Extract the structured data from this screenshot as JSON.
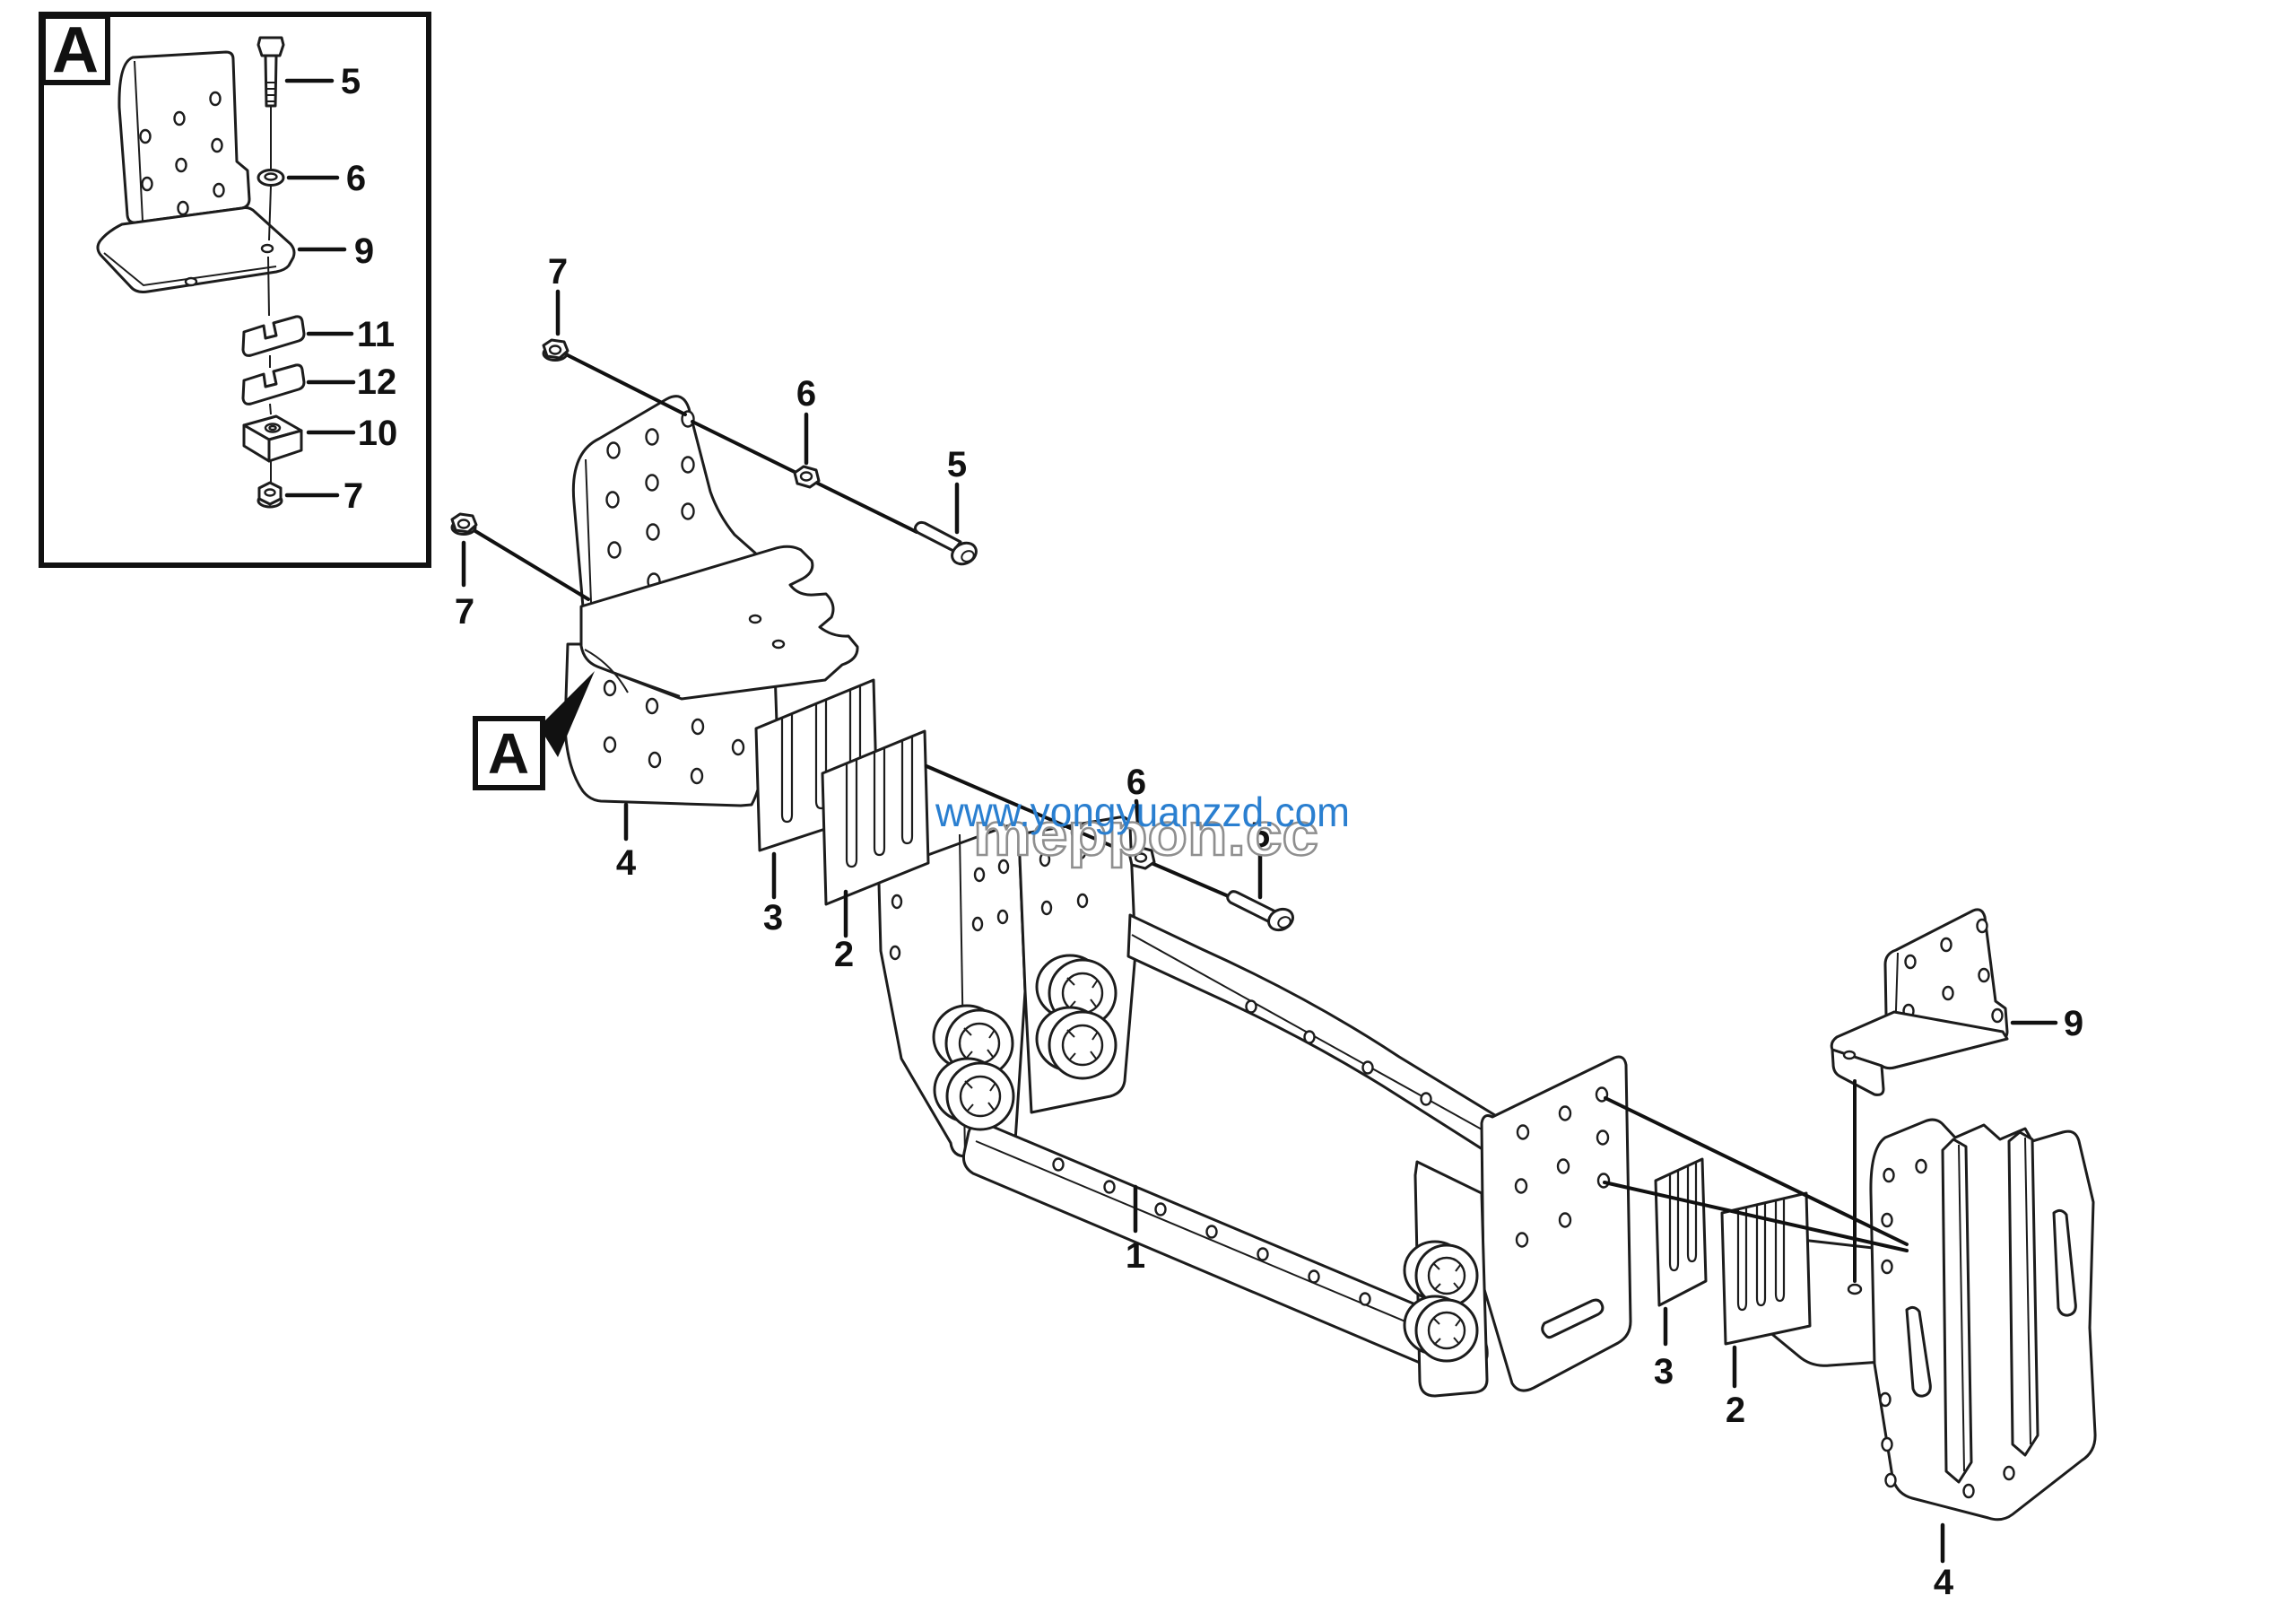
{
  "inset": {
    "marker": "A",
    "callouts": [
      "5",
      "6",
      "9",
      "11",
      "12",
      "10",
      "7"
    ]
  },
  "detail": {
    "marker": "A"
  },
  "left_callouts": [
    "7",
    "6",
    "5",
    "7",
    "4",
    "3",
    "2"
  ],
  "center_callouts": [
    "1",
    "6",
    "5"
  ],
  "right_callouts": [
    "9",
    "3",
    "2",
    "4"
  ],
  "watermark": {
    "site": "www.yongyuanzzd.com",
    "site_color": "#2a7fd0",
    "brand": "meppon.cc",
    "brand_color": "#8f8f8f"
  },
  "colors": {
    "line": "#1c1c1c",
    "background": "#ffffff"
  }
}
